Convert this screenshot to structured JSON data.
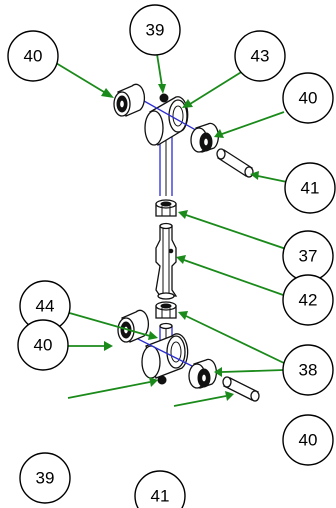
{
  "callouts": [
    {
      "label": "40"
    },
    {
      "label": "39"
    },
    {
      "label": "43"
    },
    {
      "label": "40"
    },
    {
      "label": "41"
    },
    {
      "label": "37"
    },
    {
      "label": "42"
    },
    {
      "label": "44"
    },
    {
      "label": "38"
    },
    {
      "label": "40"
    },
    {
      "label": "40"
    },
    {
      "label": "39"
    },
    {
      "label": "41"
    }
  ],
  "colors": {
    "leader": "#1a8a1a",
    "axis": "#2d2dd2",
    "outline": "#111111"
  }
}
